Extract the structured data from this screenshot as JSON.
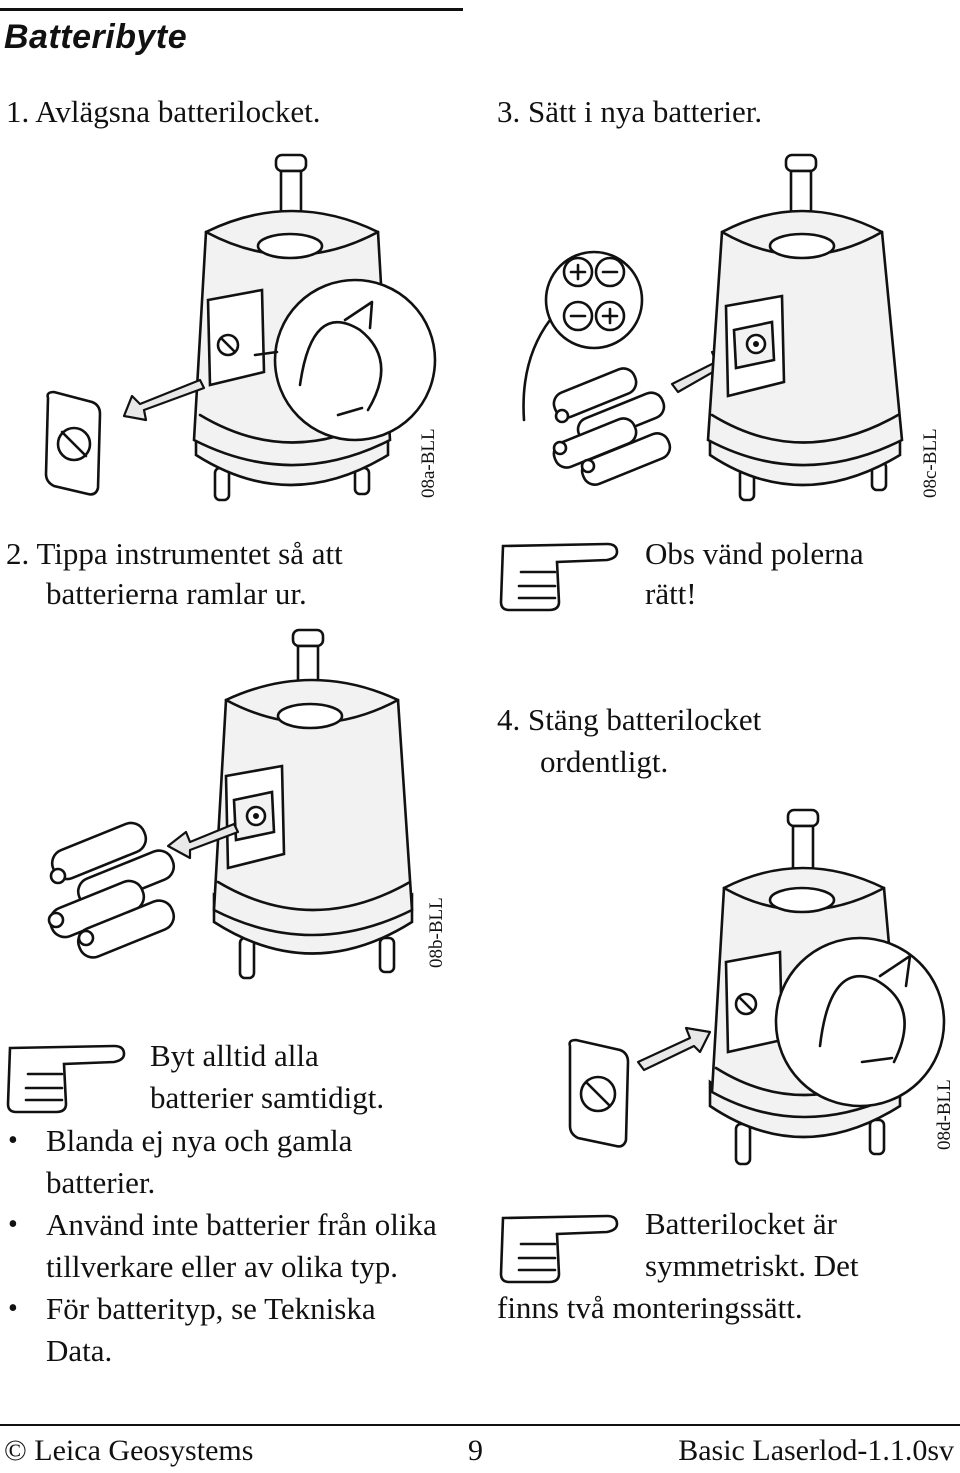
{
  "section": {
    "title": "Batteribyte"
  },
  "steps": {
    "s1": "1.  Avlägsna batterilocket.",
    "s2_line1": "2.  Tippa instrumentet så att",
    "s2_line2": "batterierna ramlar ur.",
    "s3": "3.  Sätt i nya batterier.",
    "s4_line1": "4.  Stäng batterilocket",
    "s4_line2": "ordentligt."
  },
  "figures": {
    "a": "08a-BLL",
    "b": "08b-BLL",
    "c": "08c-BLL",
    "d": "08d-BLL"
  },
  "notes": {
    "polarity_line1": "Obs vänd polerna",
    "polarity_line2": "rätt!",
    "replace_line1": "Byt alltid alla",
    "replace_line2": "batterier samtidigt.",
    "bullets": [
      "Blanda ej nya och gamla batterier.",
      "Använd inte batterier från olika tillverkare eller av olika typ.",
      "För batterityp, se Tekniska Data."
    ],
    "symmetric_line1": "Batterilocket är",
    "symmetric_line2": "symmetriskt. Det",
    "symmetric_line3": "finns två monteringssätt."
  },
  "footer": {
    "left": "© Leica Geosystems",
    "page": "9",
    "right": "Basic Laserlod-1.1.0sv"
  },
  "icons": {
    "hand": "pointing-hand-icon",
    "plus": "plus-icon",
    "minus": "minus-icon"
  }
}
